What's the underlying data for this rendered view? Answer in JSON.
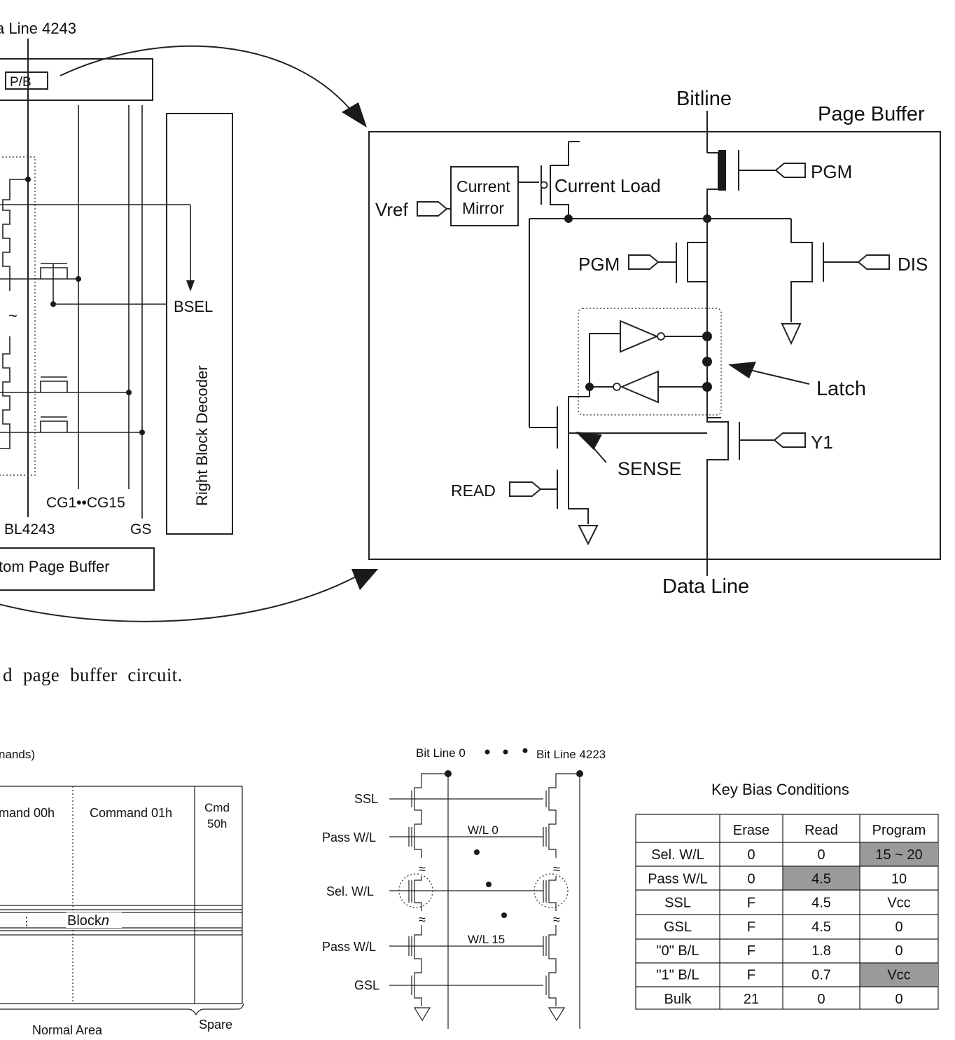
{
  "left_panel": {
    "data_line_label": "a Line 4243",
    "pb_label": "P/B",
    "bsel_label": "BSEL",
    "right_block_decoder_label": "Right Block Decoder",
    "tilde": "~",
    "cg_label": "CG1••CG15",
    "bl_label": "BL4243",
    "gs_label": "GS",
    "bottom_buffer_label": "tom Page Buffer"
  },
  "page_buffer": {
    "title": "Page Buffer",
    "bitline": "Bitline",
    "vref": "Vref",
    "current_mirror_line1": "Current",
    "current_mirror_line2": "Mirror",
    "current_load": "Current Load",
    "pgm_top": "PGM",
    "pgm_left": "PGM",
    "dis": "DIS",
    "latch": "Latch",
    "y1": "Y1",
    "sense": "SENSE",
    "read": "READ",
    "data_line": "Data Line"
  },
  "caption": "d page buffer circuit.",
  "command_diagram": {
    "header": "nands)",
    "col1": "mand 00h",
    "col2": "Command 01h",
    "col3_line1": "Cmd",
    "col3_line2": "50h",
    "block_label": "Block",
    "block_var": "n",
    "normal_area": "Normal Area",
    "spare": "Spare"
  },
  "nand_string": {
    "bitline0": "Bit Line 0",
    "bitline_end": "Bit Line 4223",
    "labels": [
      "SSL",
      "Pass W/L",
      "Sel. W/L",
      "Pass W/L",
      "GSL"
    ],
    "wl0": "W/L 0",
    "wl15": "W/L 15"
  },
  "bias_table": {
    "title": "Key Bias Conditions",
    "headers": [
      "",
      "Erase",
      "Read",
      "Program"
    ],
    "rows": [
      {
        "label": "Sel. W/L",
        "erase": "0",
        "read": "0",
        "program": "15 ~ 20"
      },
      {
        "label": "Pass W/L",
        "erase": "0",
        "read": "4.5",
        "program": "10"
      },
      {
        "label": "SSL",
        "erase": "F",
        "read": "4.5",
        "program": "Vcc"
      },
      {
        "label": "GSL",
        "erase": "F",
        "read": "4.5",
        "program": "0"
      },
      {
        "label": "\"0\" B/L",
        "erase": "F",
        "read": "1.8",
        "program": "0"
      },
      {
        "label": "\"1\" B/L",
        "erase": "F",
        "read": "0.7",
        "program": "Vcc"
      },
      {
        "label": "Bulk",
        "erase": "21",
        "read": "0",
        "program": "0"
      }
    ]
  }
}
